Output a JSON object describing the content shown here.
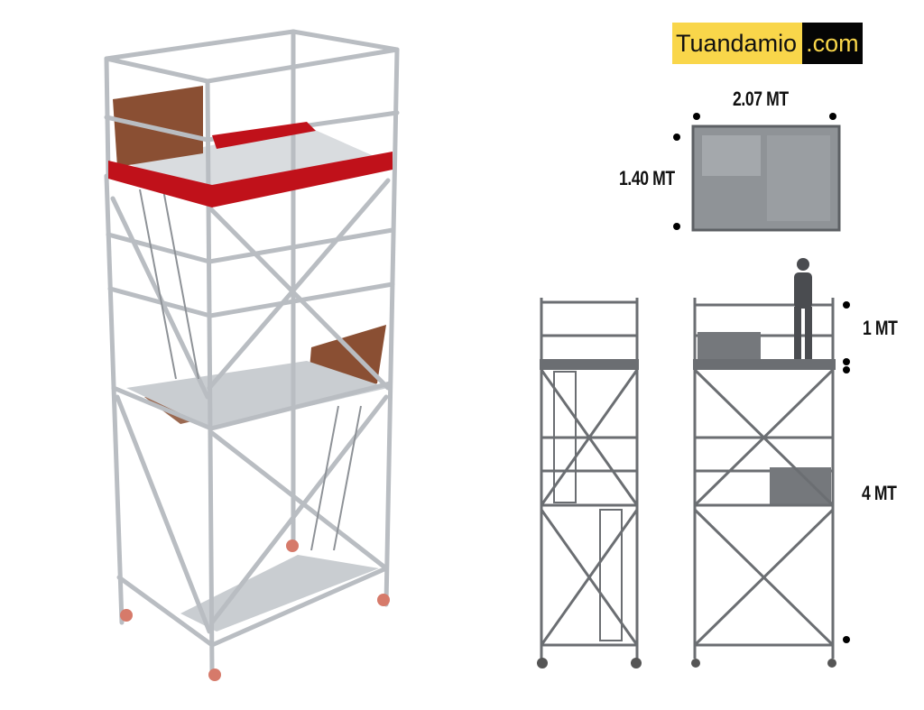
{
  "logo": {
    "name": "Tuandamio",
    "tld": ".com"
  },
  "dimensions": {
    "width": "2.07 MT",
    "depth": "1.40 MT",
    "railing_height": "1 MT",
    "platform_height": "4 MT"
  },
  "colors": {
    "logo_yellow": "#f9d64a",
    "toeboard_red": "#c0111a",
    "board_brown": "#8a4f33",
    "steel": "#b9bdc2"
  }
}
